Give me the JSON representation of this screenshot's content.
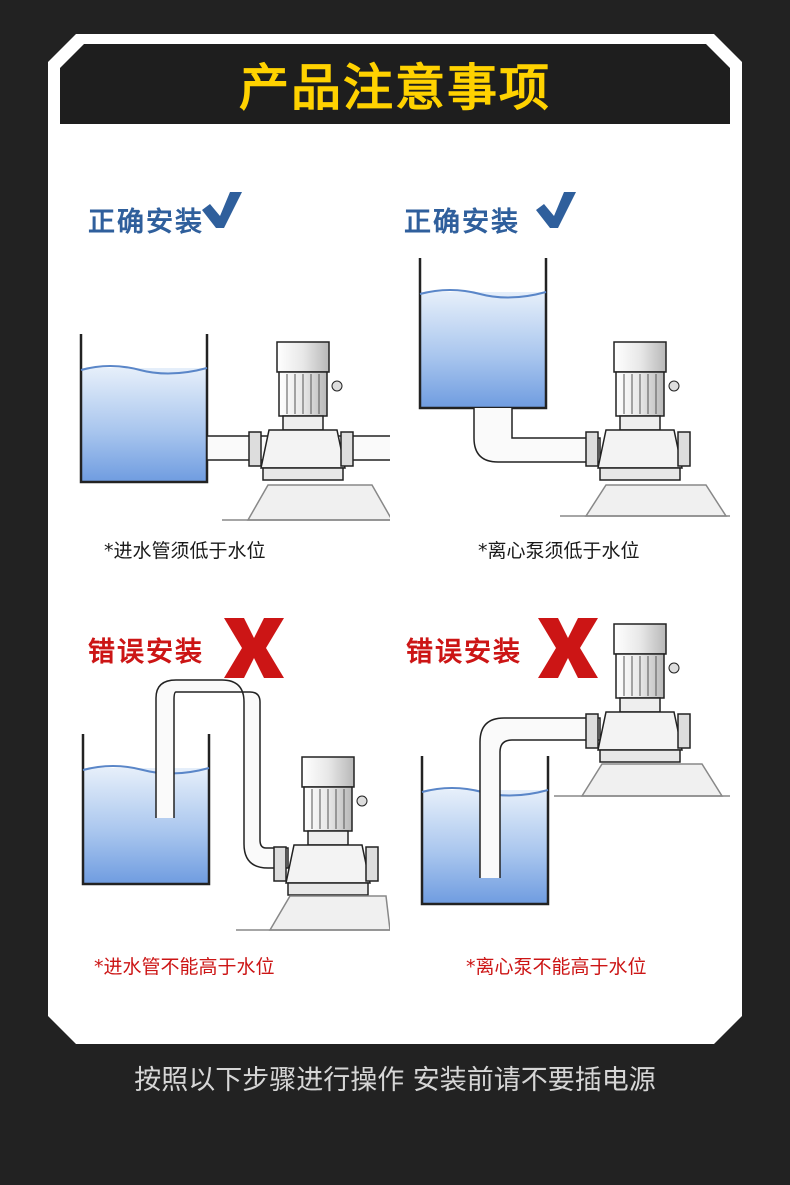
{
  "title": "产品注意事项",
  "panels": [
    {
      "heading": "正确安装",
      "caption": "*进水管须低于水位",
      "status": "correct"
    },
    {
      "heading": "正确安装",
      "caption": "*离心泵须低于水位",
      "status": "correct"
    },
    {
      "heading": "错误安装",
      "caption": "*进水管不能高于水位",
      "status": "wrong"
    },
    {
      "heading": "错误安装",
      "caption": "*离心泵不能高于水位",
      "status": "wrong"
    }
  ],
  "footer": "按照以下步骤进行操作  安装前请不要插电源",
  "colors": {
    "background": "#222222",
    "banner_text": "#ffd200",
    "correct_text": "#2f5f9c",
    "wrong_text": "#cc1515",
    "water": "#8fb6e8",
    "check_mark": "#2f5f9c",
    "cross_mark": "#cc1515"
  },
  "icons": {
    "correct": "check-icon",
    "wrong": "cross-icon"
  }
}
